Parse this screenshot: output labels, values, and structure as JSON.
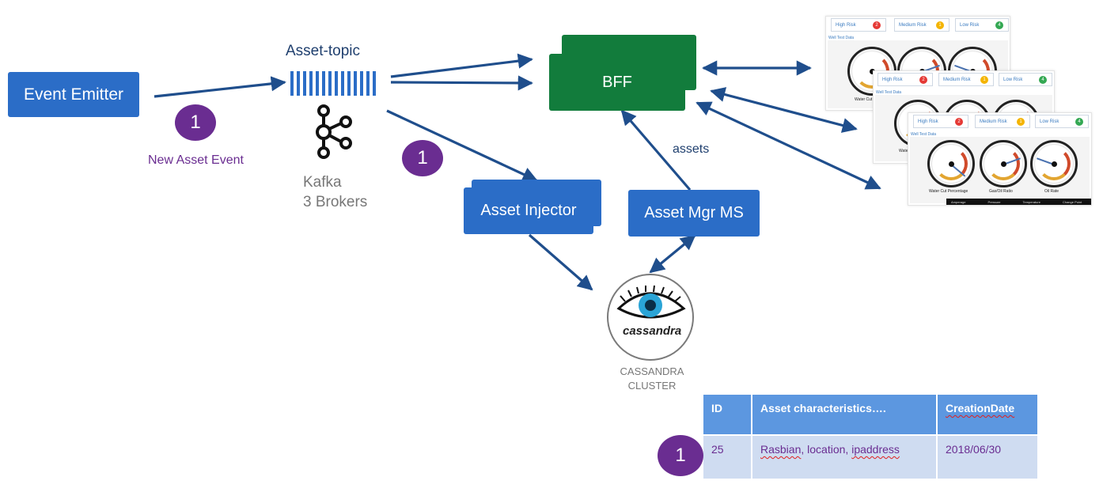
{
  "nodes": {
    "event_emitter": "Event Emitter",
    "asset_topic": "Asset-topic",
    "kafka": "Kafka",
    "kafka_brokers": "3 Brokers",
    "bff": "BFF",
    "asset_injector": "Asset Injector",
    "asset_mgr_ms": "Asset Mgr MS",
    "cassandra_logo_text": "cassandra",
    "cassandra_cluster_line1": "CASSANDRA",
    "cassandra_cluster_line2": "CLUSTER"
  },
  "edge_labels": {
    "new_asset_event": "New Asset Event",
    "assets": "assets"
  },
  "badges": {
    "step_emit": "1",
    "step_inject": "1",
    "step_row": "1"
  },
  "dashboards": {
    "high_risk": "High Risk",
    "medium_risk": "Medium Risk",
    "low_risk": "Low Risk",
    "high_count": "2",
    "medium_count": "1",
    "low_count": "4",
    "well_test_data": "Well Test Data",
    "gauge_1": "Water Cut Percentage",
    "gauge_2": "Gas/Oil Ratio",
    "gauge_3": "Oil Rate",
    "legend_1": "Amperage",
    "legend_2": "Pressure",
    "legend_3": "Temperature",
    "legend_4": "Change Point",
    "partial_caption_1": "Water Cut Pe",
    "partial_caption_2": "Water",
    "partial_legend": "—"
  },
  "table": {
    "headers": [
      "ID",
      "Asset characteristics….",
      "CreationDate"
    ],
    "row": {
      "id": "25",
      "characteristics_1": "Rasbian",
      "characteristics_2": ", location, ",
      "characteristics_3": "ipaddress",
      "creation_date": "2018/06/30"
    }
  },
  "colors": {
    "box_blue": "#2b6dc7",
    "bff_green": "#127c3c",
    "badge_purple": "#6a2d91",
    "arrow_navy": "#1f4e8c",
    "table_header": "#5c97e0",
    "table_row": "#cfdcf1",
    "high_risk": "#e53935",
    "medium_risk": "#f4b400",
    "low_risk": "#34a853"
  },
  "icons": [
    "kafka-icon",
    "cassandra-eye-logo",
    "gauge-icon"
  ]
}
